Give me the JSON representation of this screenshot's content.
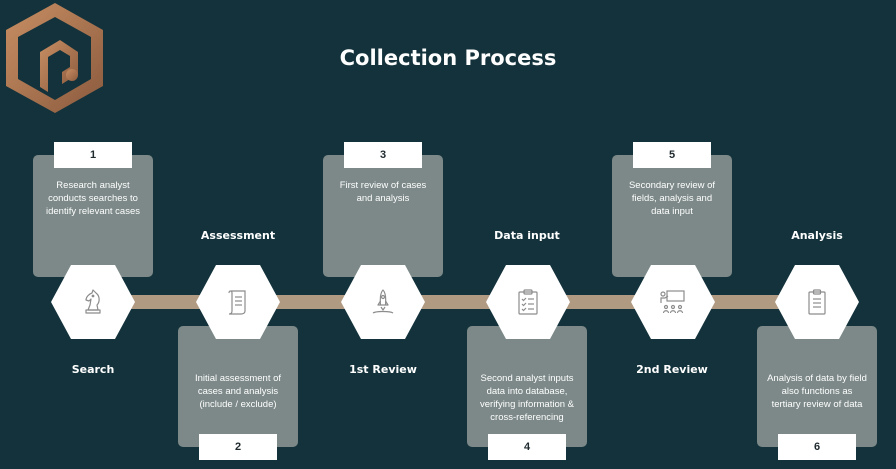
{
  "title": "Collection Process",
  "steps": [
    {
      "num": "1",
      "name": "Search",
      "desc": "Research analyst conducts searches to identify relevant cases"
    },
    {
      "num": "2",
      "name": "Assessment",
      "desc": "Initial assessment of cases and analysis (include / exclude)"
    },
    {
      "num": "3",
      "name": "1st Review",
      "desc": "First review of cases and analysis"
    },
    {
      "num": "4",
      "name": "Data input",
      "desc": "Second analyst inputs data into database, verifying information & cross-referencing"
    },
    {
      "num": "5",
      "name": "2nd Review",
      "desc": "Secondary review of fields, analysis and data input"
    },
    {
      "num": "6",
      "name": "Analysis",
      "desc": "Analysis of data by field also functions as tertiary review of data"
    }
  ],
  "icons": [
    "chess-knight-icon",
    "scroll-icon",
    "rocket-icon",
    "checklist-clipboard-icon",
    "presentation-icon",
    "clipboard-icon"
  ],
  "colors": {
    "background": "#13323b",
    "card": "#7c8988",
    "connector": "#b09a82",
    "logo": "#b07a5a"
  }
}
